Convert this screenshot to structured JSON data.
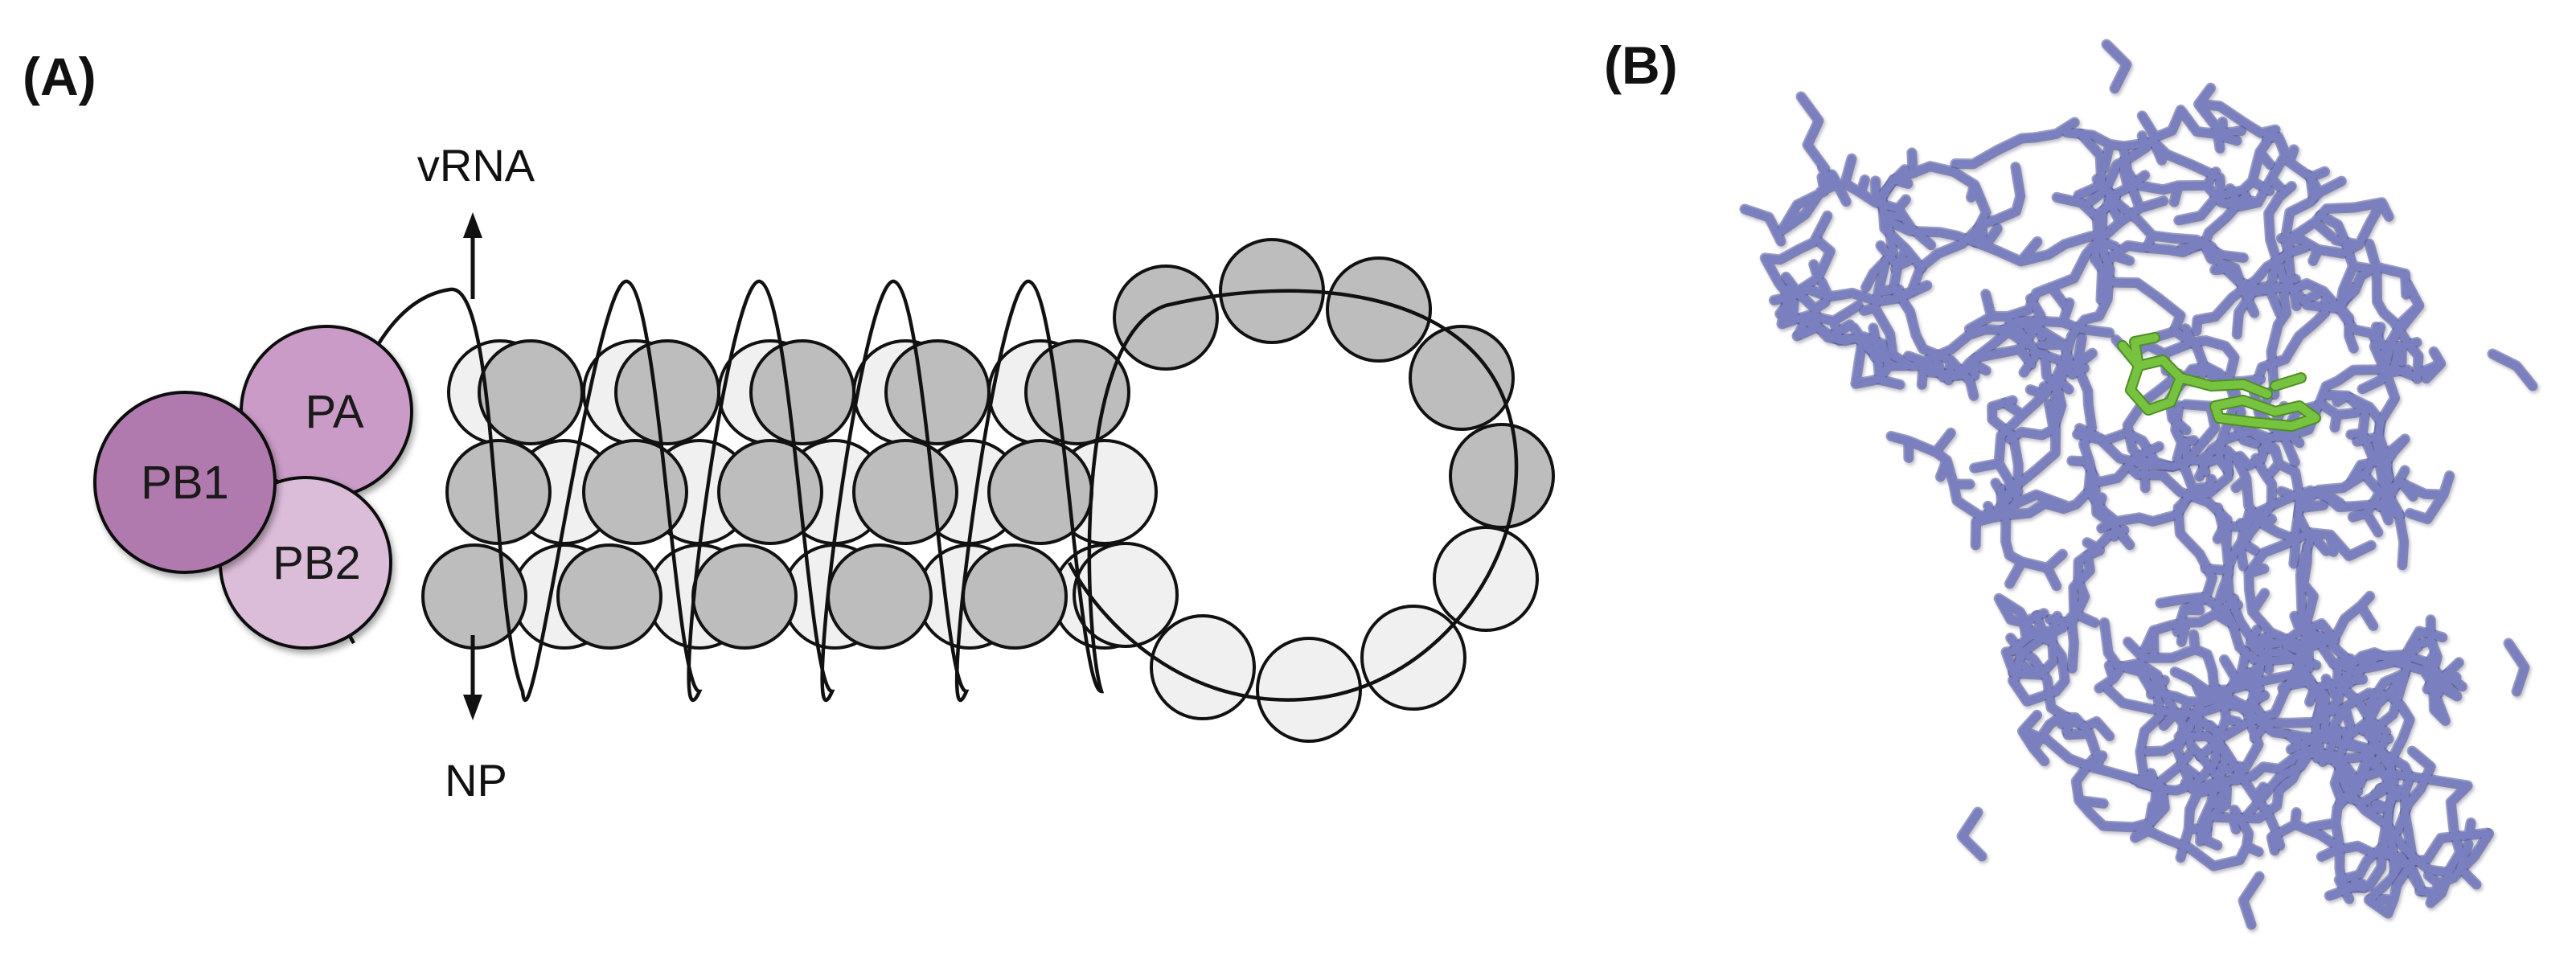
{
  "panels": {
    "a_label": "(A)",
    "b_label": "(B)"
  },
  "diagram": {
    "top_arrow_label": "vRNA",
    "bottom_arrow_label": "NP",
    "subunits": [
      {
        "name": "PA",
        "color": "#c99bc6"
      },
      {
        "name": "PB1",
        "color": "#b07aae"
      },
      {
        "name": "PB2",
        "color": "#dbbcd9"
      }
    ]
  },
  "colors": {
    "np_dark": "#bdbdbd",
    "np_light": "#f0f0f0",
    "outline": "#111111",
    "structure_main": "#7a7fc0",
    "structure_ligand": "#77c340"
  },
  "structure": {
    "depiction": "protein-stick-structure-with-bound-ligand"
  }
}
